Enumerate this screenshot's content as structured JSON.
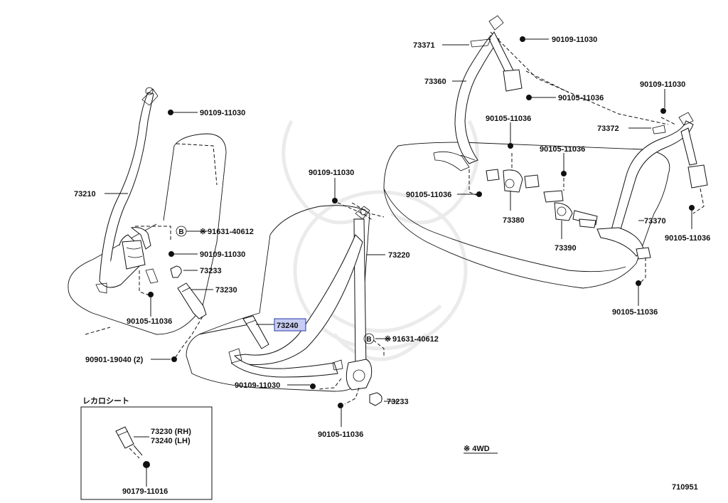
{
  "parts": {
    "p73210": "73210",
    "p73233_left": "73233",
    "p73230": "73230",
    "p73220": "73220",
    "p73240": "73240",
    "p73233_mid": "73233",
    "p73371": "73371",
    "p73360": "73360",
    "p73372": "73372",
    "p73380": "73380",
    "p73390": "73390",
    "p73370": "73370"
  },
  "bolts": {
    "b_90109_11030_top_left": "90109-11030",
    "b_91631_40612_left": "91631-40612",
    "b_90109_11030_left_mid": "90109-11030",
    "b_90105_11036_left": "90105-11036",
    "b_90901_19040": "90901-19040 (2)",
    "b_90109_11030_center_top": "90109-11030",
    "b_91631_40612_center": "91631-40612",
    "b_90109_11030_center_low": "90109-11030",
    "b_90105_11036_center": "90105-11036",
    "b_90109_11030_right_top": "90109-11030",
    "b_90105_11036_right_top": "90105-11036",
    "b_90105_11036_right_a": "90105-11036",
    "b_90105_11036_right_b": "90105-11036",
    "b_90109_11030_far_right": "90109-11030",
    "b_90105_11036_right_seat": "90105-11036",
    "b_90105_11036_far_right": "90105-11036",
    "b_90105_11036_bottom_right": "90105-11036"
  },
  "markers": {
    "b_letter": "B",
    "note_symbol": "※"
  },
  "inset": {
    "title": "レカロシート",
    "part_rh": "73230 (RH)",
    "part_lh": "73240 (LH)",
    "bolt": "90179-11016"
  },
  "footer": {
    "note": "※ 4WD",
    "diagram_number": "710951"
  },
  "highlight": {
    "part": "73240",
    "fill_color": "#c7cdf2",
    "border_color": "#2a35a8"
  }
}
